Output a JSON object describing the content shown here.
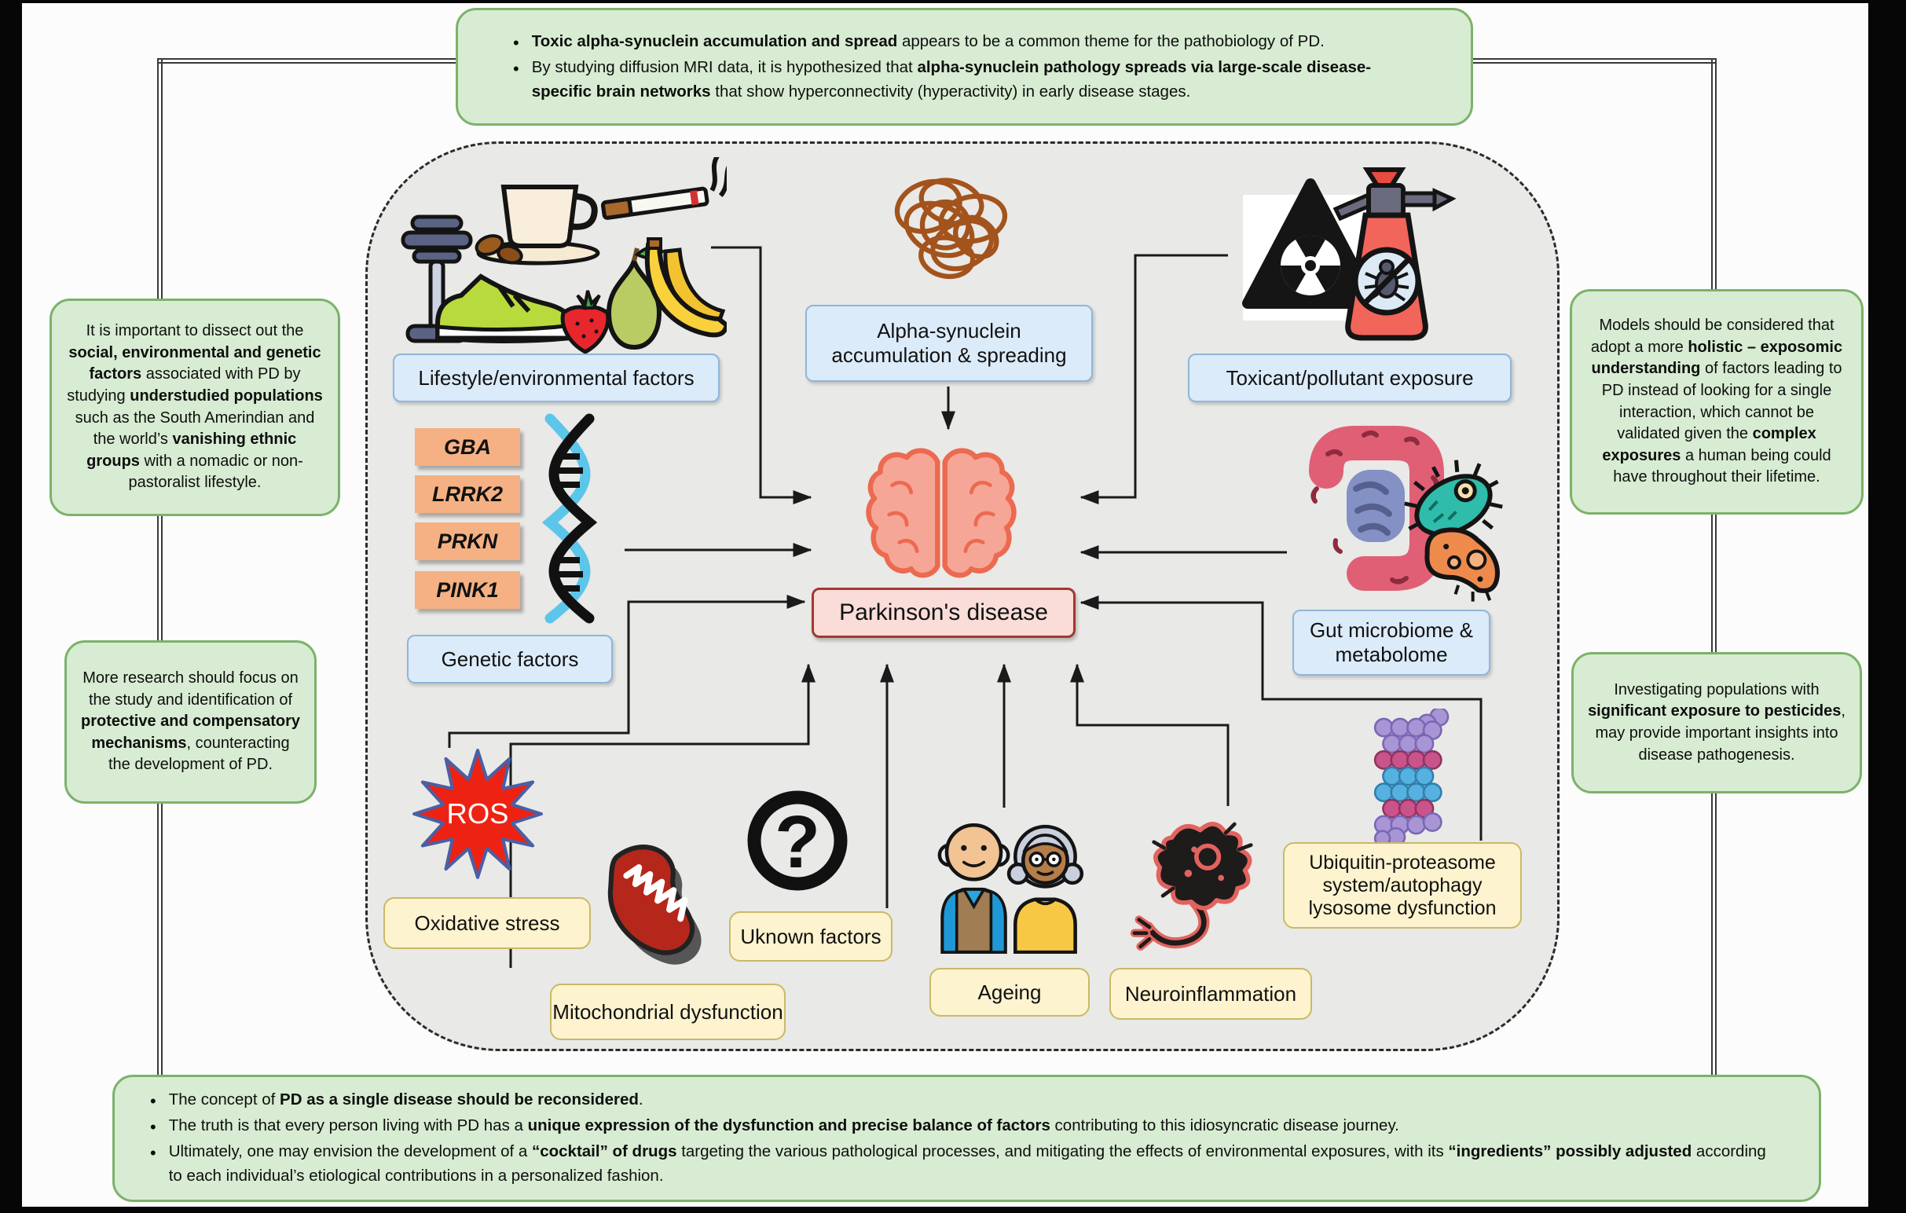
{
  "colors": {
    "canvas_bg": "#fcfcfc",
    "outer_bg": "#060606",
    "container_bg": "#e9e9e7",
    "note_green_bg": "#d7ecd2",
    "note_green_border": "#7cb26a",
    "label_blue_bg": "#dcebf9",
    "label_yellow_bg": "#fdf3cf",
    "pd_box_bg": "#fadcd8",
    "pd_box_border": "#a2392f",
    "gene_box_bg": "#f5b183",
    "ros_red": "#ee2213",
    "arrow_black": "#1a1a1a"
  },
  "notes": {
    "top": {
      "bullets": [
        [
          {
            "t": "Toxic alpha-synuclein accumulation and spread",
            "b": true
          },
          {
            "t": " appears to be a common theme for the pathobiology of PD.",
            "b": false
          }
        ],
        [
          {
            "t": "By studying diffusion MRI data, it is hypothesized that ",
            "b": false
          },
          {
            "t": "alpha-synuclein pathology spreads via large-scale disease-specific brain networks",
            "b": true
          },
          {
            "t": " that show hyperconnectivity (hyperactivity) in early disease stages.",
            "b": false
          }
        ]
      ]
    },
    "left": [
      {
        "rich": [
          {
            "t": "It is important to dissect out the ",
            "b": false
          },
          {
            "t": "social, environmental and genetic factors",
            "b": true
          },
          {
            "t": " associated with PD by studying ",
            "b": false
          },
          {
            "t": "understudied populations",
            "b": true
          },
          {
            "t": " such as the South Amerindian and the world’s ",
            "b": false
          },
          {
            "t": "vanishing ethnic groups",
            "b": true
          },
          {
            "t": " with a nomadic or non-pastoralist lifestyle.",
            "b": false
          }
        ]
      },
      {
        "rich": [
          {
            "t": "More research should focus on the study and identification of ",
            "b": false
          },
          {
            "t": "protective and compensatory mechanisms",
            "b": true
          },
          {
            "t": ", counteracting the development of PD.",
            "b": false
          }
        ]
      }
    ],
    "right": [
      {
        "rich": [
          {
            "t": "Models should be considered that adopt a more ",
            "b": false
          },
          {
            "t": "holistic – exposomic understanding",
            "b": true
          },
          {
            "t": " of factors leading to PD instead of looking for a single interaction, which cannot be validated given the ",
            "b": false
          },
          {
            "t": "complex exposures",
            "b": true
          },
          {
            "t": " a human being could have throughout their lifetime.",
            "b": false
          }
        ]
      },
      {
        "rich": [
          {
            "t": "Investigating populations with ",
            "b": false
          },
          {
            "t": "significant exposure to pesticides",
            "b": true
          },
          {
            "t": ", may provide important insights into disease pathogenesis.",
            "b": false
          }
        ]
      }
    ],
    "bottom": {
      "bullets": [
        [
          {
            "t": "The concept of ",
            "b": false
          },
          {
            "t": "PD as a single disease should be reconsidered",
            "b": true
          },
          {
            "t": ".",
            "b": false
          }
        ],
        [
          {
            "t": "The truth is that every person living with PD has a ",
            "b": false
          },
          {
            "t": "unique expression of the dysfunction and precise balance of factors",
            "b": true
          },
          {
            "t": " contributing to this idiosyncratic disease journey.",
            "b": false
          }
        ],
        [
          {
            "t": "Ultimately, one may envision the development of a ",
            "b": false
          },
          {
            "t": "“cocktail” of drugs",
            "b": true
          },
          {
            "t": " targeting the various pathological processes, and mitigating the effects of environmental exposures, with its ",
            "b": false
          },
          {
            "t": "“ingredients” possibly adjusted",
            "b": true
          },
          {
            "t": " according to each individual’s etiological contributions in a personalized fashion.",
            "b": false
          }
        ]
      ]
    }
  },
  "diagram": {
    "center_label": "Parkinson's disease",
    "ros_label": "ROS",
    "genes": [
      "GBA",
      "LRRK2",
      "PRKN",
      "PINK1"
    ],
    "labels": {
      "lifestyle": "Lifestyle/environmental factors",
      "alpha_synuclein": "Alpha-synuclein accumulation & spreading",
      "toxicant": "Toxicant/pollutant exposure",
      "genetic": "Genetic factors",
      "gut": "Gut microbiome & metabolome",
      "oxidative": "Oxidative stress",
      "mitochondrial": "Mitochondrial dysfunction",
      "unknown": "Uknown factors",
      "ageing": "Ageing",
      "neuroinflammation": "Neuroinflammation",
      "ubiquitin": "Ubiquitin-proteasome system/autophagy lysosome dysfunction"
    }
  }
}
